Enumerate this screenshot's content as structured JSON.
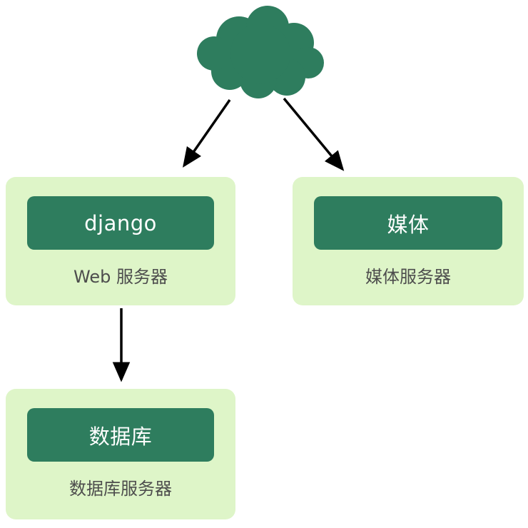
{
  "diagram": {
    "nodes": {
      "web": {
        "box_label": "django",
        "caption": "Web 服务器"
      },
      "media": {
        "box_label": "媒体",
        "caption": "媒体服务器"
      },
      "database": {
        "box_label": "数据库",
        "caption": "数据库服务器"
      }
    },
    "icons": {
      "cloud": "internet-cloud-icon"
    },
    "colors": {
      "dark_green": "#2e7d5e",
      "light_green": "#def5c8",
      "caption_text": "#4d4d4d",
      "box_text": "#ffffff",
      "arrow": "#000000",
      "background": "#ffffff"
    }
  }
}
